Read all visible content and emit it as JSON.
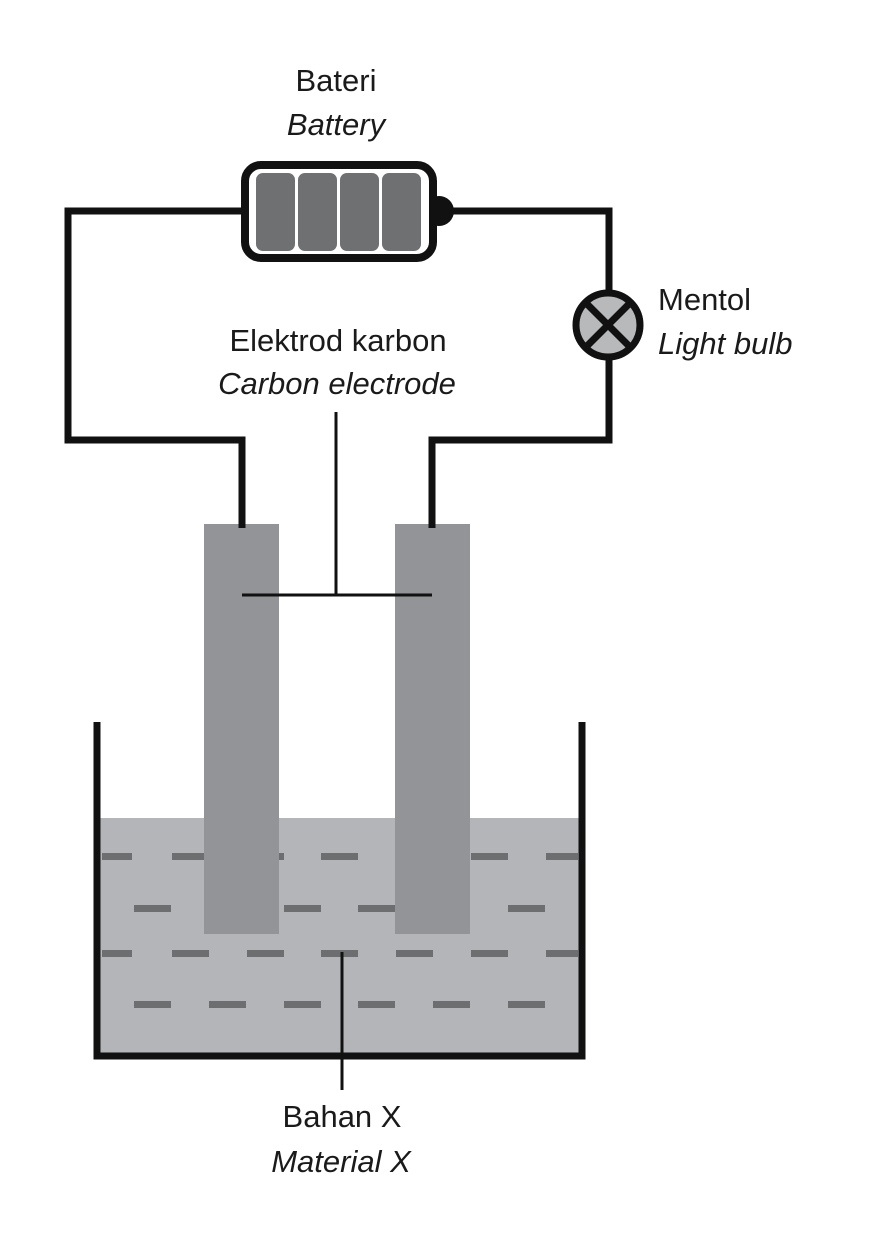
{
  "labels": {
    "battery_ms": "Bateri",
    "battery_en": "Battery",
    "bulb_ms": "Mentol",
    "bulb_en": "Light bulb",
    "electrode_ms": "Elektrod karbon",
    "electrode_en": "Carbon electrode",
    "material_ms": "Bahan X",
    "material_en": "Material X"
  },
  "colors": {
    "wire": "#111111",
    "electrode": "#929497",
    "solution": "#b4b5b8",
    "dash": "#6d6e70",
    "battery_cell": "#6f7072",
    "bulb_fill": "#b8b9bb"
  },
  "icons": {
    "battery": "battery-icon",
    "bulb": "light-bulb-icon"
  }
}
